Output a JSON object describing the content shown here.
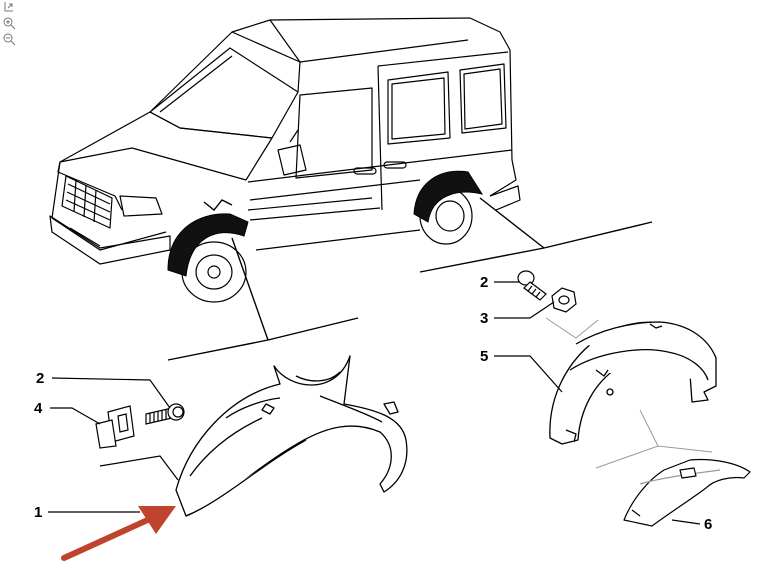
{
  "toolbar": {
    "icons": [
      "fit-page-icon",
      "zoom-in-icon",
      "zoom-out-icon"
    ]
  },
  "callouts": {
    "c1": "1",
    "c2_left": "2",
    "c4": "4",
    "c2_right": "2",
    "c3": "3",
    "c5": "5",
    "c6": "6"
  },
  "colors": {
    "line": "#000000",
    "highlight_arrow": "#c0432e",
    "wheel_arch": "#111111",
    "light_gray": "#9a9a9a"
  }
}
